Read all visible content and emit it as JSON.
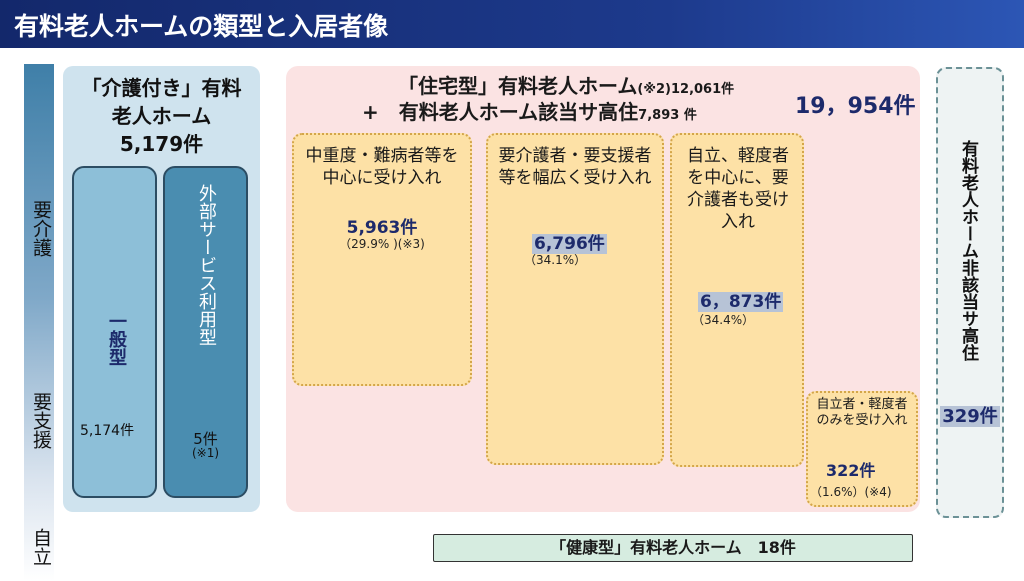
{
  "header": {
    "title": "有料老人ホームの類型と入居者像"
  },
  "axis": {
    "care": "要介護",
    "support": "要支援",
    "independent": "自立"
  },
  "kaigo_tsuki": {
    "title_line1": "「介護付き」有料",
    "title_line2": "老人ホーム",
    "count": "5,179件",
    "general": {
      "label": "一般型",
      "count": "5,174件"
    },
    "external": {
      "label": "外部サービス利用型",
      "count": "5件",
      "note": "(※1)"
    }
  },
  "jutaku": {
    "title_line1": "「住宅型」有料老人ホーム",
    "title_line1_note": "(※2)12,061件",
    "title_line2": "+　有料老人ホーム該当サ高住",
    "title_line2_count": "7,893 件",
    "total": "19，954件",
    "blocks": [
      {
        "text": "中重度・難病者等を中心に受け入れ",
        "count": "5,963件",
        "pct": "（29.9% )(※3)"
      },
      {
        "text": "要介護者・要支援者等を幅広く受け入れ",
        "count": "6,796件",
        "pct": "（34.1%）"
      },
      {
        "text": "自立、軽度者を中心に、要介護者も受け入れ",
        "count": "6，873件",
        "pct": "（34.4%）"
      },
      {
        "text": "自立者・軽度者のみを受け入れ",
        "count": "322件",
        "pct": "（1.6%）(※4)"
      }
    ]
  },
  "non_applicable": {
    "label": "有料老人ホーム非該当サ高住",
    "count": "329件"
  },
  "kenko": {
    "label": "「健康型」有料老人ホーム　18件"
  },
  "colors": {
    "header": "#1d3a8c",
    "kaigo_panel": "#cfe3ee",
    "jutaku_panel": "#fbe3e3",
    "block": "#fde1a6",
    "kenko": "#d6ece0"
  }
}
